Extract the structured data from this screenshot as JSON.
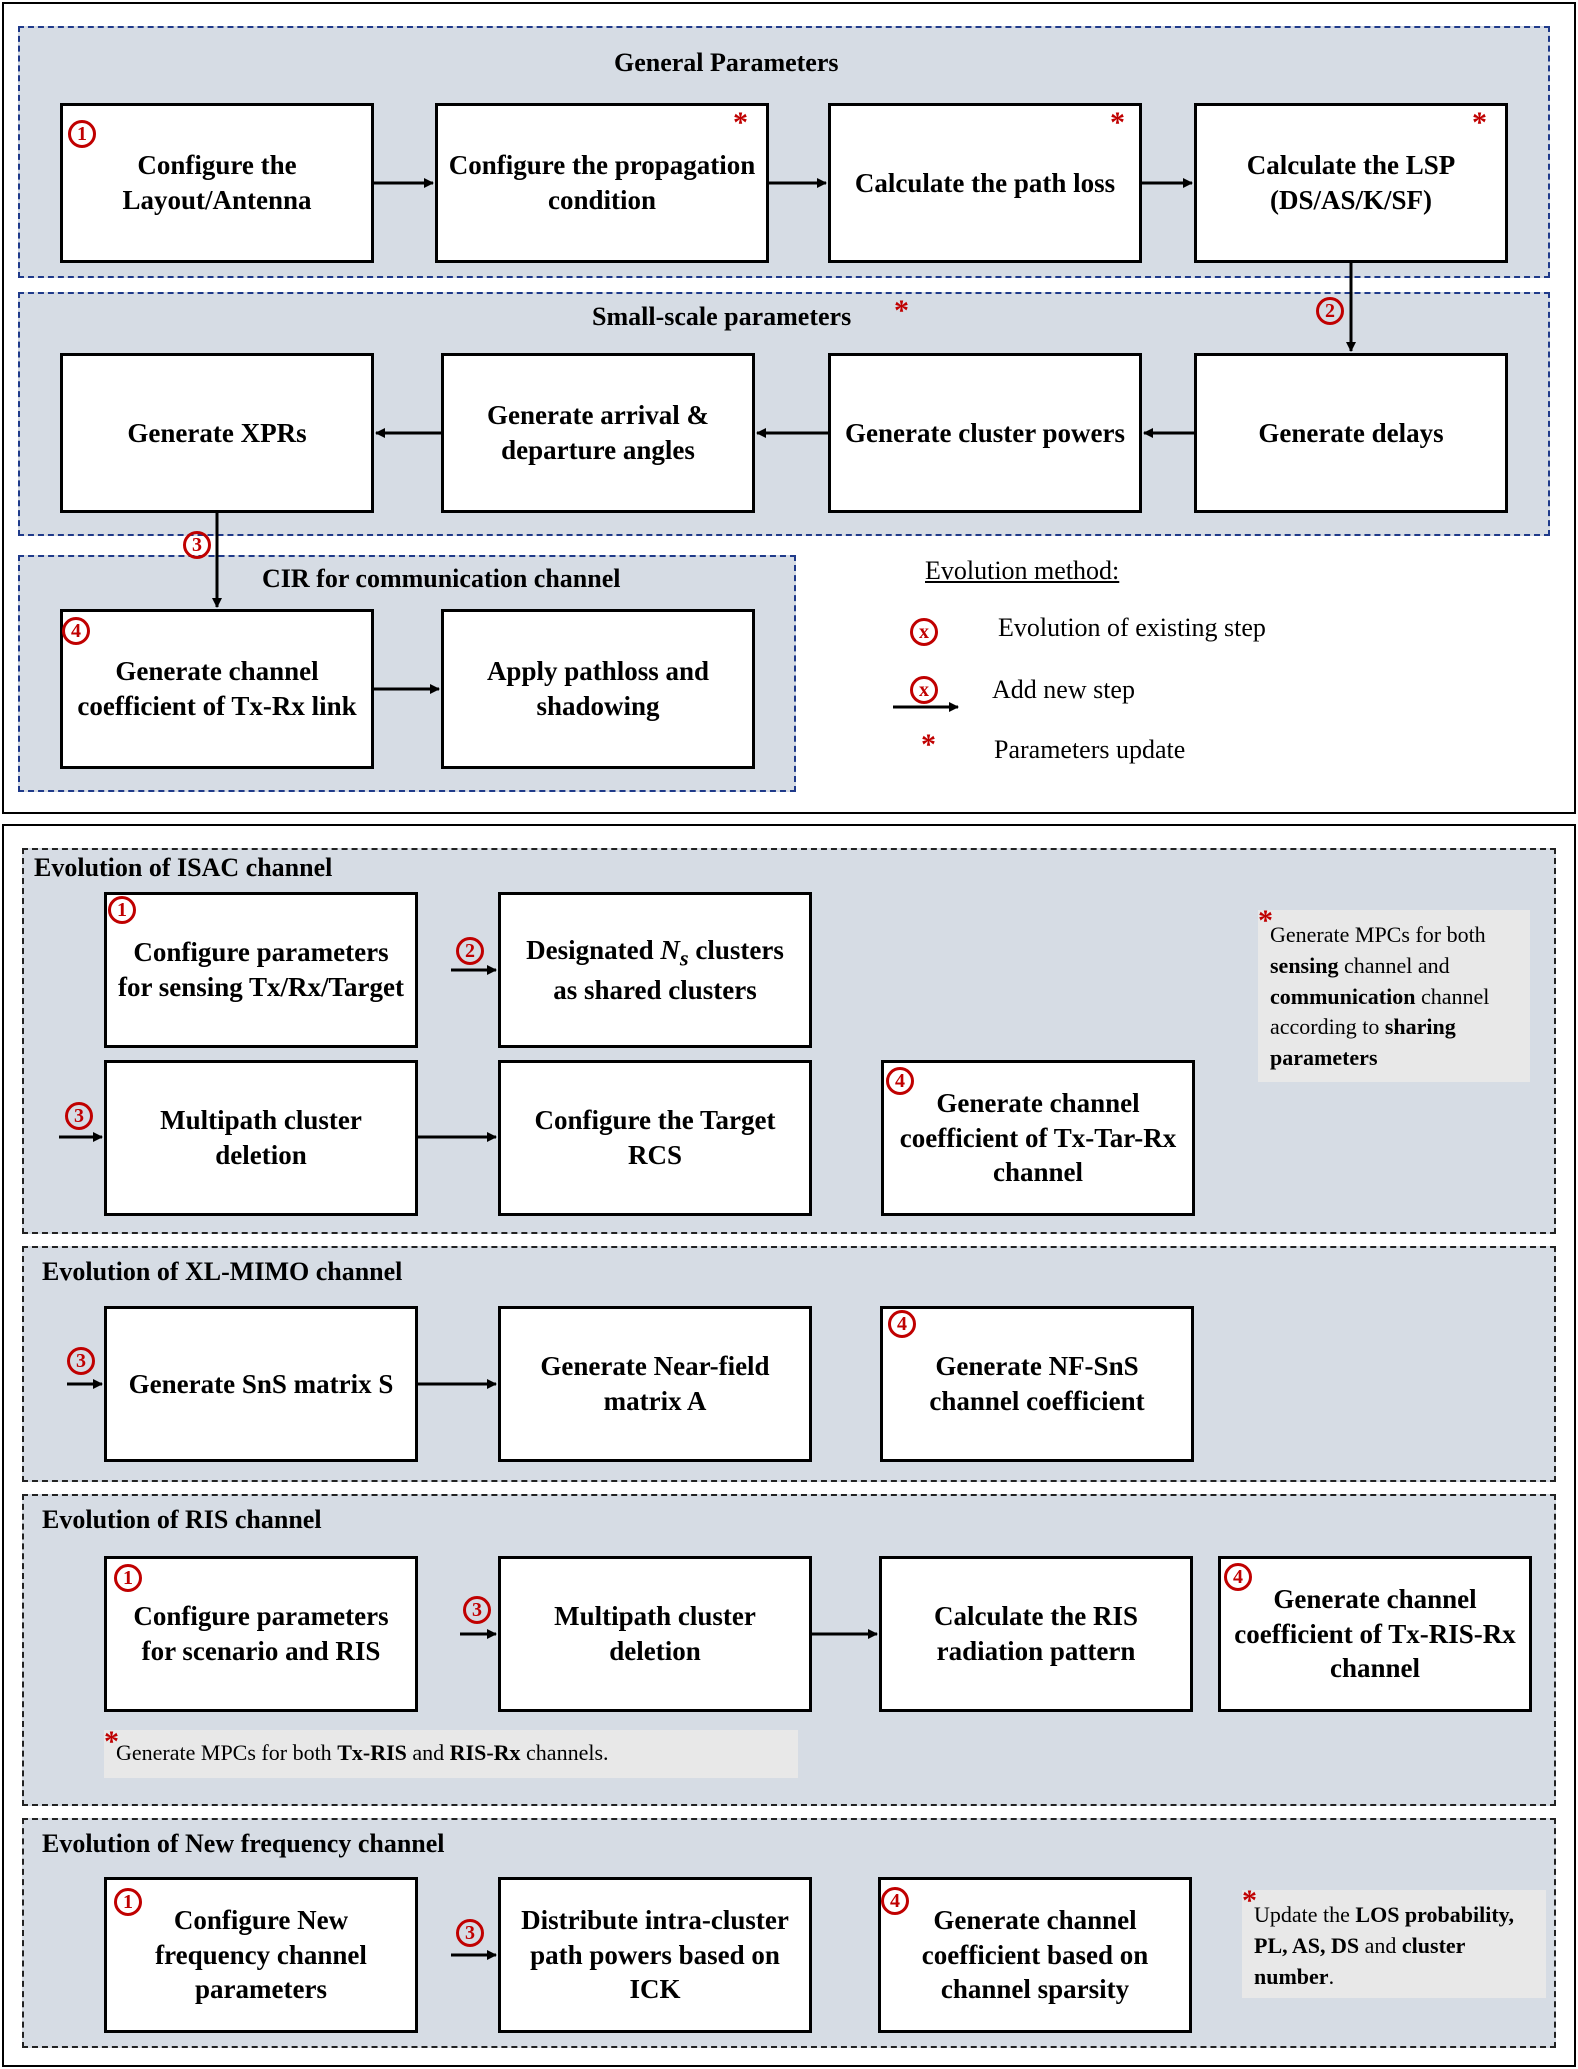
{
  "top": {
    "general": {
      "title": "General Parameters",
      "boxes": [
        "Configure the Layout/Antenna",
        "Configure the propagation condition",
        "Calculate the path loss",
        "Calculate the LSP (DS/AS/K/SF)"
      ]
    },
    "small_scale": {
      "title": "Small-scale parameters",
      "boxes": [
        "Generate XPRs",
        "Generate arrival & departure angles",
        "Generate cluster powers",
        "Generate delays"
      ]
    },
    "cir": {
      "title": "CIR for communication channel",
      "boxes": [
        "Generate channel coefficient of Tx-Rx link",
        "Apply pathloss and shadowing"
      ]
    },
    "legend": {
      "title": "Evolution method:",
      "marker": "x",
      "items": [
        "Evolution of existing step",
        "Add new step",
        "Parameters update"
      ]
    },
    "markers": {
      "n1": "1",
      "n2": "2",
      "n3": "3",
      "n4": "4"
    },
    "star": "*"
  },
  "isac": {
    "title": "Evolution of ISAC channel",
    "box1": "Configure parameters for sensing Tx/Rx/Target",
    "box2_pre": "Designated ",
    "box2_var": "N",
    "box2_sub": "s",
    "box2_post": " clusters as shared clusters",
    "box3": "Multipath cluster deletion",
    "box4": "Configure the Target RCS",
    "box5": "Generate channel coefficient of Tx-Tar-Rx channel",
    "note": {
      "t1": "Generate MPCs for both ",
      "b1": "sensing",
      "t2": " channel and ",
      "b2": "communication",
      "t3": " channel according to ",
      "b3": "sharing parameters"
    }
  },
  "xlmimo": {
    "title": "Evolution of XL-MIMO channel",
    "boxes": [
      "Generate SnS matrix S",
      "Generate Near-field matrix A",
      "Generate NF-SnS channel coefficient"
    ]
  },
  "ris": {
    "title": "Evolution of RIS channel",
    "boxes": [
      "Configure parameters for scenario and RIS",
      "Multipath cluster deletion",
      "Calculate the RIS radiation pattern",
      "Generate channel coefficient of Tx-RIS-Rx channel"
    ],
    "note": {
      "t1": "Generate MPCs for both ",
      "b1": "Tx-RIS",
      "t2": " and ",
      "b2": "RIS-Rx",
      "t3": " channels."
    }
  },
  "newfreq": {
    "title": "Evolution of New frequency channel",
    "boxes": [
      "Configure New frequency channel parameters",
      "Distribute intra-cluster path powers based on ICK",
      "Generate channel coefficient based on channel sparsity"
    ],
    "note": {
      "t1": "Update the ",
      "b1": "LOS probability, PL, AS, DS",
      "t2": " and ",
      "b2": "cluster number",
      "t3": "."
    }
  },
  "colors": {
    "accent_red": "#c00000",
    "region_fill": "#d6dce4",
    "region_border": "#1f3a8a"
  }
}
